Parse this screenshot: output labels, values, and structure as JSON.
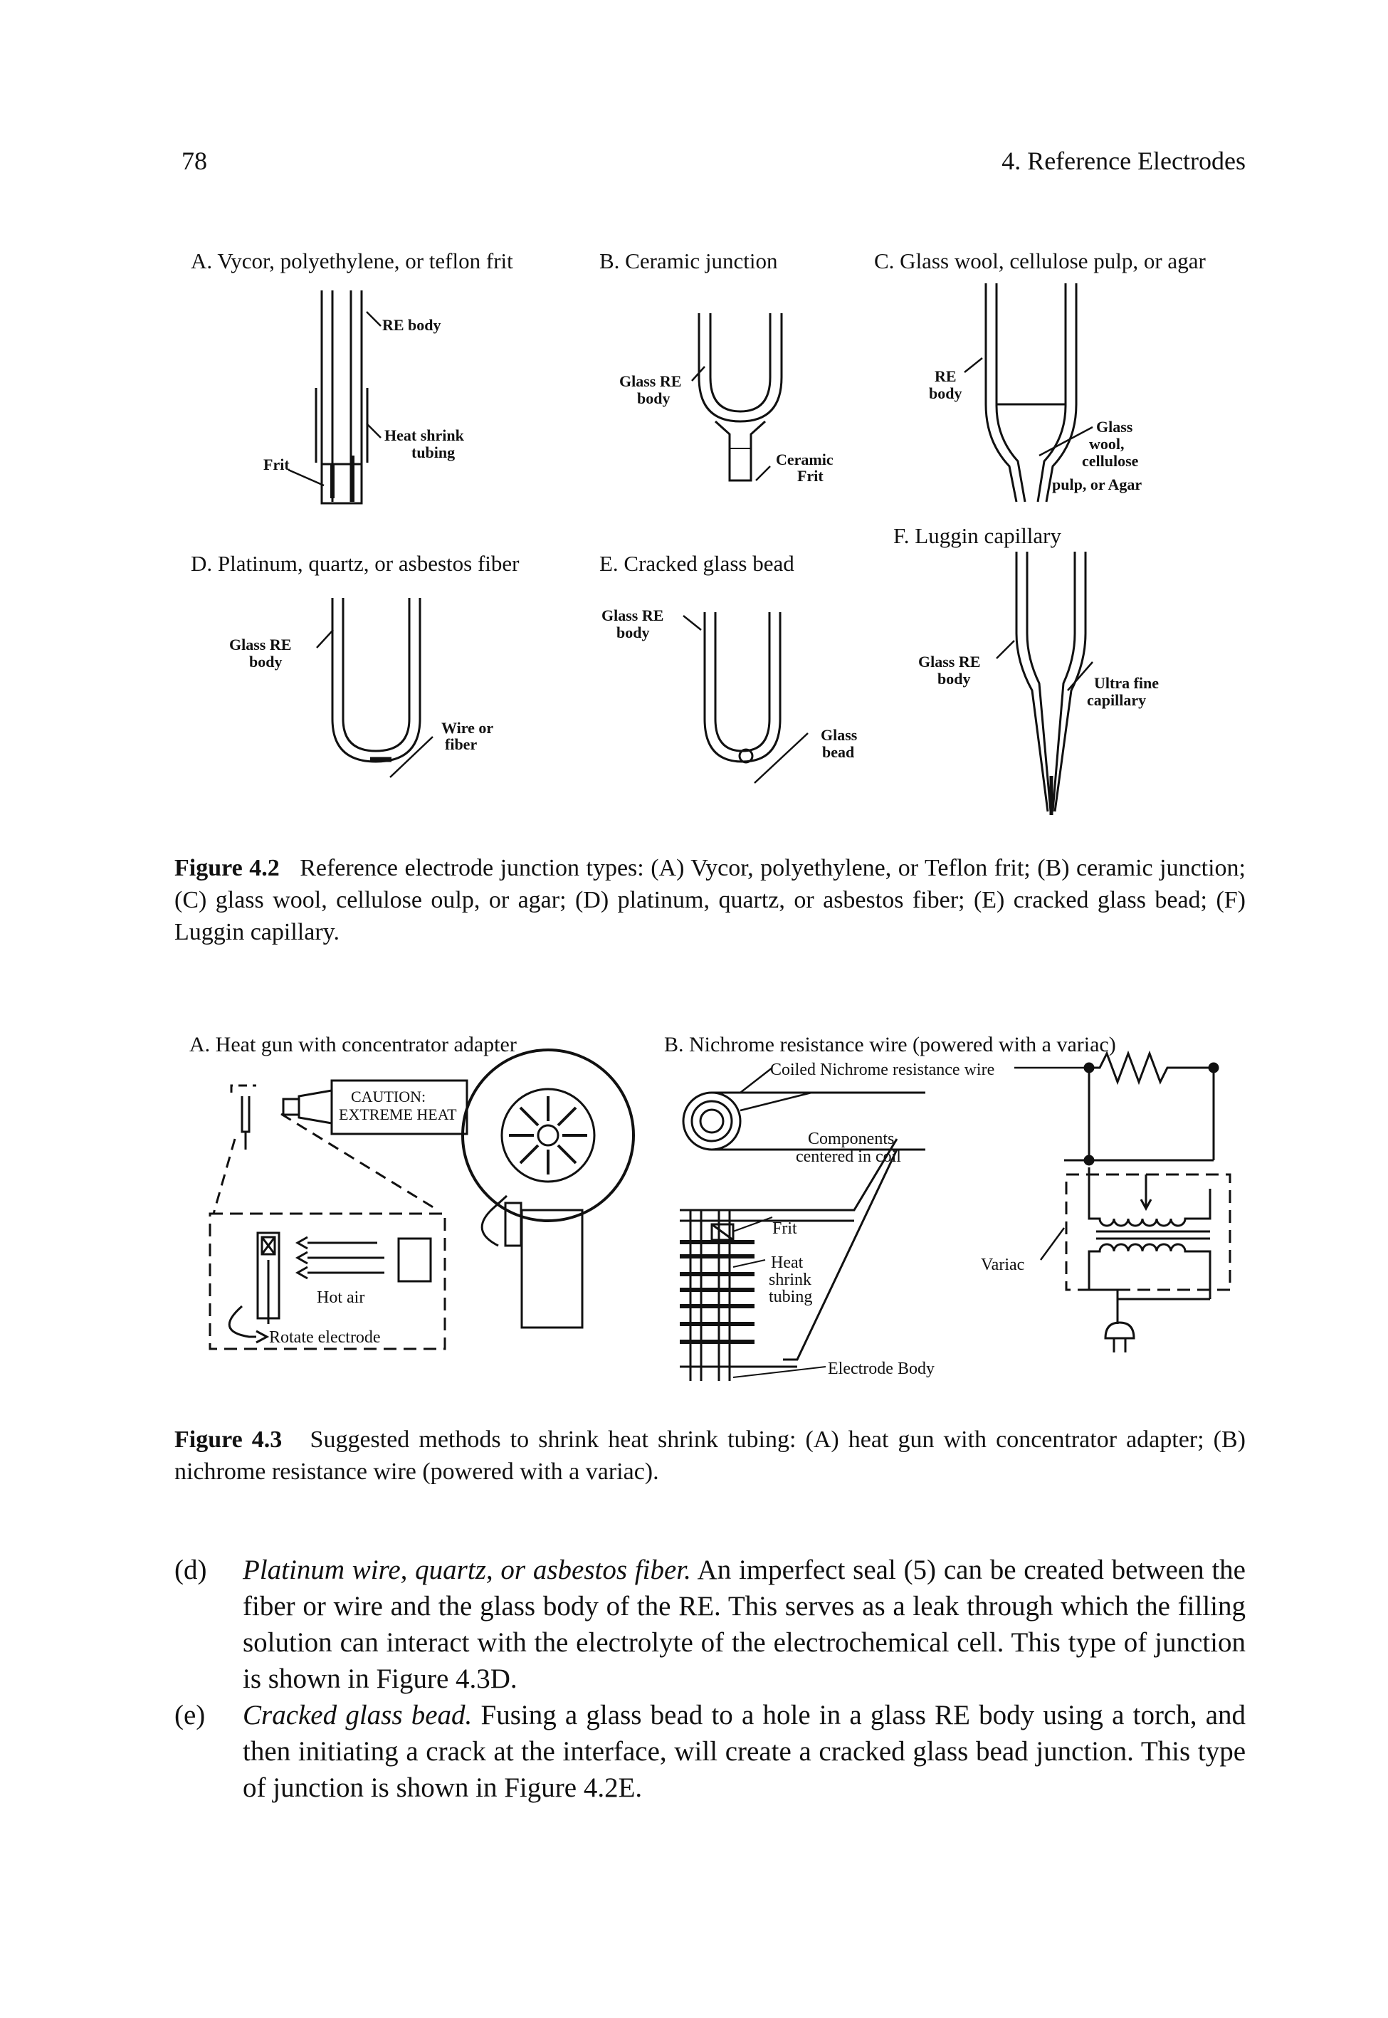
{
  "header": {
    "page_number": "78",
    "running_head": "4.   Reference Electrodes"
  },
  "figure_4_2": {
    "panels": {
      "A": {
        "title": "A.  Vycor, polyethylene, or teflon frit",
        "labels": {
          "re_body": "RE body",
          "heat_shrink": "Heat shrink",
          "tubing": "tubing",
          "frit": "Frit"
        }
      },
      "B": {
        "title": "B.  Ceramic junction",
        "labels": {
          "glass_re": "Glass RE",
          "body": "body",
          "ceramic": "Ceramic",
          "frit": "Frit"
        }
      },
      "C": {
        "title": "C.  Glass wool, cellulose pulp, or agar",
        "labels": {
          "re": "RE",
          "body": "body",
          "glass": "Glass",
          "wool": "wool,",
          "cellulose": "cellulose",
          "pulp": "pulp, or Agar"
        }
      },
      "D": {
        "title": "D.  Platinum, quartz, or asbestos fiber",
        "labels": {
          "glass_re": "Glass RE",
          "body": "body",
          "wire_or": "Wire or",
          "fiber": "fiber"
        }
      },
      "E": {
        "title": "E.  Cracked glass bead",
        "labels": {
          "glass_re": "Glass RE",
          "body": "body",
          "glass": "Glass",
          "bead": "bead"
        }
      },
      "F": {
        "title": "F.  Luggin capillary",
        "labels": {
          "glass_re": "Glass RE",
          "body": "body",
          "ultra_fine": "Ultra fine",
          "capillary": "capillary"
        }
      }
    },
    "caption_label": "Figure 4.2",
    "caption_text": "Reference electrode junction types: (A) Vycor, polyethylene, or Teflon frit; (B) ceramic junction; (C) glass wool, cellulose oulp, or agar; (D) platinum, quartz, or asbestos fiber; (E) cracked glass bead; (F) Luggin capillary."
  },
  "figure_4_3": {
    "panel_a": {
      "title": "A.  Heat gun with concentrator adapter",
      "caution_line1": "CAUTION:",
      "caution_line2": "EXTREME HEAT",
      "hot_air": "Hot air",
      "rotate": "Rotate electrode"
    },
    "panel_b": {
      "title": "B.  Nichrome resistance wire (powered with a variac)",
      "coiled": "Coiled Nichrome resistance wire",
      "components_line1": "Components",
      "components_line2": "centered in coil",
      "frit": "Frit",
      "heat": "Heat",
      "shrink": "shrink",
      "tubing": "tubing",
      "electrode_body": "Electrode Body",
      "variac": "Variac"
    },
    "caption_label": "Figure 4.3",
    "caption_text": "Suggested methods to shrink heat shrink tubing: (A) heat gun with concentrator adapter; (B) nichrome resistance wire (powered with a variac)."
  },
  "body": {
    "items": [
      {
        "marker": "(d)",
        "lead": "Platinum wire, quartz, or asbestos fiber.",
        "text": " An imperfect seal (5) can be created between the fiber or wire and the glass body of the RE. This serves as a leak through which the filling solution can interact with the electrolyte of the electrochemical cell. This type of junction is shown in Figure 4.3D."
      },
      {
        "marker": "(e)",
        "lead": "Cracked glass bead.",
        "text": " Fusing a glass bead to a hole in a glass RE body using a torch, and then initiating a crack at the interface, will create a cracked glass bead junction. This type of junction is shown in Figure 4.2E."
      }
    ]
  }
}
